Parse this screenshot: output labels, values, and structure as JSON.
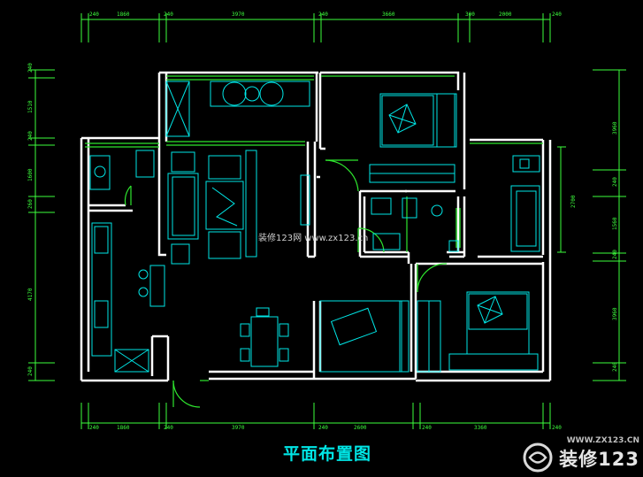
{
  "plan": {
    "title": "平面布置图",
    "watermark_center": "装修123网 www.zx123.cn"
  },
  "brand": {
    "url": "WWW.ZX123.CN",
    "name": "装修123"
  },
  "dimensions": {
    "top": [
      "240",
      "1860",
      "240",
      "3970",
      "240",
      "3660",
      "300",
      "2000",
      "240"
    ],
    "bottom": [
      "240",
      "1860",
      "240",
      "3970",
      "240",
      "2600",
      "240",
      "3360",
      "240"
    ],
    "left": [
      "240",
      "1510",
      "240",
      "1600",
      "260",
      "4170",
      "240"
    ],
    "right": [
      "3960",
      "240",
      "1560",
      "240",
      "3960",
      "240"
    ],
    "right_inner": "2700"
  },
  "colors": {
    "background": "#000000",
    "wall": "#ffffff",
    "dimension": "#3dff3d",
    "furniture": "#00e6e6",
    "door": "#2ee62e",
    "title": "#00e6e6"
  }
}
